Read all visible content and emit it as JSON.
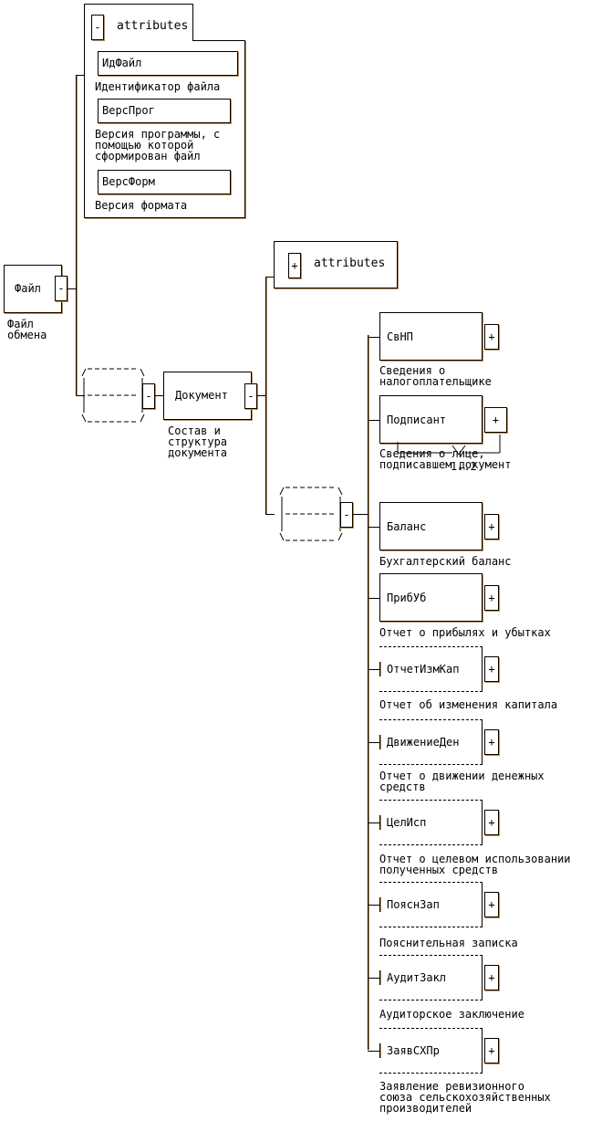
{
  "root": {
    "name": "Файл",
    "description": "Файл\nобмена",
    "toggle": "-"
  },
  "root_attributes": {
    "title": "attributes",
    "toggle": "-",
    "fields": [
      {
        "name": "ИдФайл",
        "description": "Идентификатор файла"
      },
      {
        "name": "ВерсПрог",
        "description": "Версия программы, с\nпомощью которой\nсформирован файл"
      },
      {
        "name": "ВерсФорм",
        "description": "Версия формата"
      }
    ]
  },
  "sequence1": {
    "symbol": "-.-.-.-",
    "toggle": "-"
  },
  "document": {
    "name": "Документ",
    "description": "Состав и\nструктура\nдокумента",
    "toggle": "-"
  },
  "document_attributes": {
    "title": "attributes",
    "toggle": "+"
  },
  "sequence2": {
    "symbol": "-.-.-.-",
    "toggle": "-"
  },
  "children": [
    {
      "name": "СвНП",
      "description": "Сведения о\nналогоплательщике",
      "toggle": "+",
      "optional": false
    },
    {
      "name": "Подписант",
      "description": "Сведения о лице,\nподписавшем документ",
      "toggle": "+",
      "optional": false,
      "multiplicity": "1..2"
    },
    {
      "name": "Баланс",
      "description": "Бухгалтерский баланс",
      "toggle": "+",
      "optional": false
    },
    {
      "name": "ПрибУб",
      "description": "Отчет о прибылях и убытках",
      "toggle": "+",
      "optional": false
    },
    {
      "name": "ОтчетИзмКап",
      "description": "Отчет об изменения капитала",
      "toggle": "+",
      "optional": true
    },
    {
      "name": "ДвижениеДен",
      "description": "Отчет о движении денежных\nсредств",
      "toggle": "+",
      "optional": true
    },
    {
      "name": "ЦелИсп",
      "description": "Отчет о целевом использовании\nполученных средств",
      "toggle": "+",
      "optional": true
    },
    {
      "name": "ПояснЗап",
      "description": "Пояснительная записка",
      "toggle": "+",
      "optional": true
    },
    {
      "name": "АудитЗакл",
      "description": "Аудиторское заключение",
      "toggle": "+",
      "optional": true
    },
    {
      "name": "ЗаявСХПр",
      "description": "Заявление ревизионного\nсоюза сельскохозяйственных\nпроизводителей",
      "toggle": "+",
      "optional": true
    }
  ]
}
